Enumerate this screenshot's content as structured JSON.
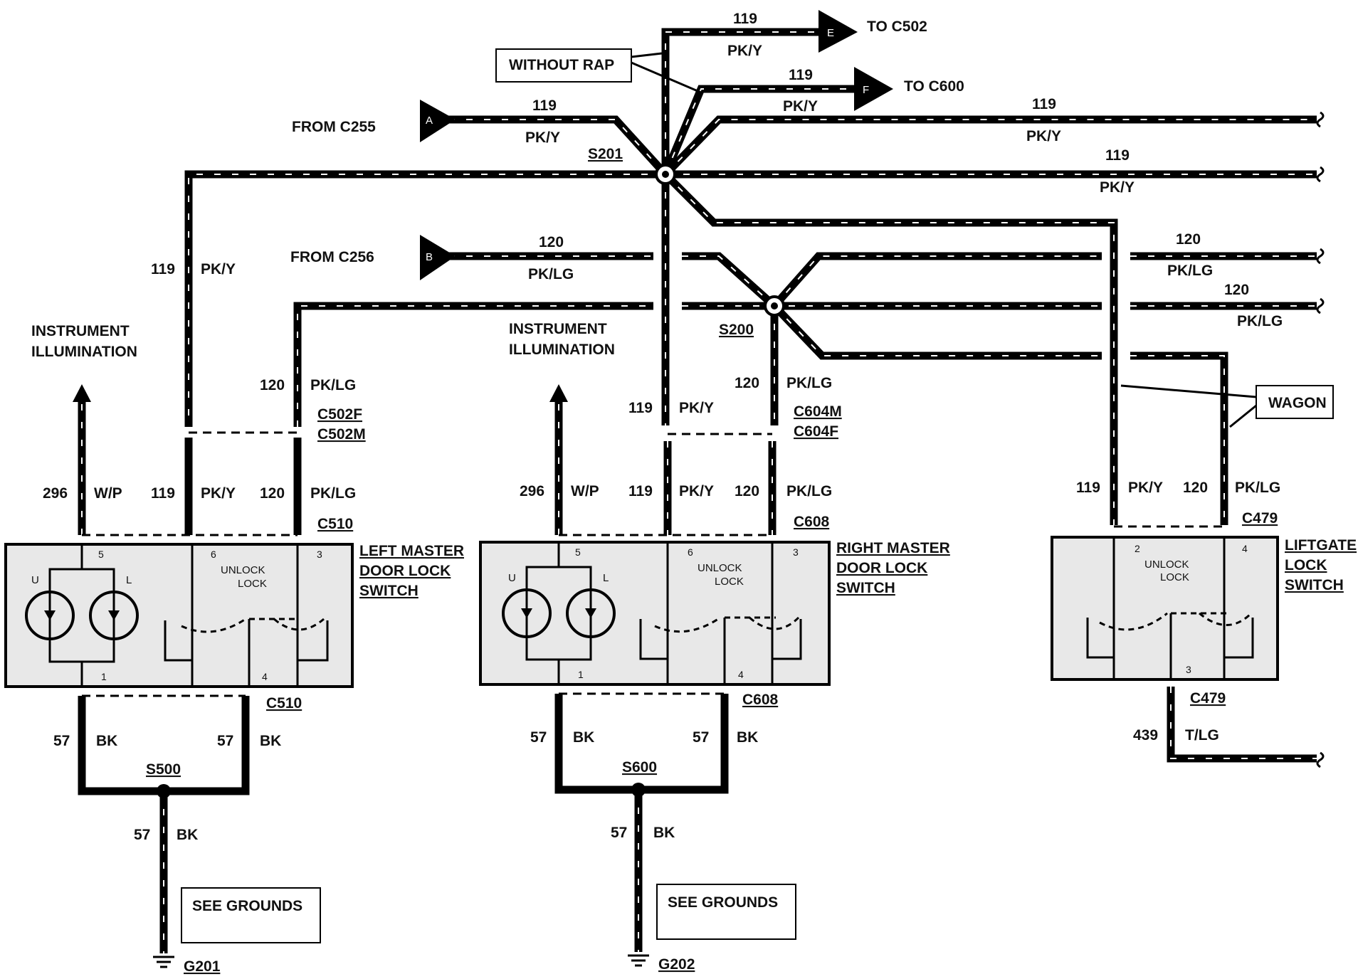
{
  "labels": {
    "to_c502": "TO C502",
    "to_c600": "TO C600",
    "without_rap": "WITHOUT RAP",
    "from_c255": "FROM C255",
    "from_c256": "FROM C256",
    "s201": "S201",
    "s200": "S200",
    "s500": "S500",
    "s600": "S600",
    "instrument_illumination_1": "INSTRUMENT",
    "instrument_illumination_2": "ILLUMINATION",
    "wagon": "WAGON",
    "c502f": "C502F",
    "c502m": "C502M",
    "c604m": "C604M",
    "c604f": "C604F",
    "c510": "C510",
    "c510b": "C510",
    "c608": "C608",
    "c608b": "C608",
    "c479": "C479",
    "c479b": "C479",
    "left_switch": [
      "LEFT MASTER",
      "DOOR LOCK",
      "SWITCH"
    ],
    "right_switch": [
      "RIGHT MASTER",
      "DOOR LOCK",
      "SWITCH"
    ],
    "liftgate_switch": [
      "LIFTGATE",
      "LOCK",
      "SWITCH"
    ],
    "see_grounds": "SEE GROUNDS",
    "g201": "G201",
    "g202": "G202",
    "unlock": "UNLOCK",
    "lock": "LOCK",
    "u": "U",
    "l": "L"
  },
  "connectors": {
    "a": "A",
    "b": "B",
    "e": "E",
    "f": "F"
  },
  "wires": {
    "c119": "119",
    "pky": "PK/Y",
    "c120": "120",
    "pklg": "PK/LG",
    "c296": "296",
    "wp": "W/P",
    "c57": "57",
    "bk": "BK",
    "c439": "439",
    "tlg": "T/LG"
  },
  "pins": {
    "p1": "1",
    "p2": "2",
    "p3": "3",
    "p4": "4",
    "p5": "5",
    "p6": "6"
  }
}
